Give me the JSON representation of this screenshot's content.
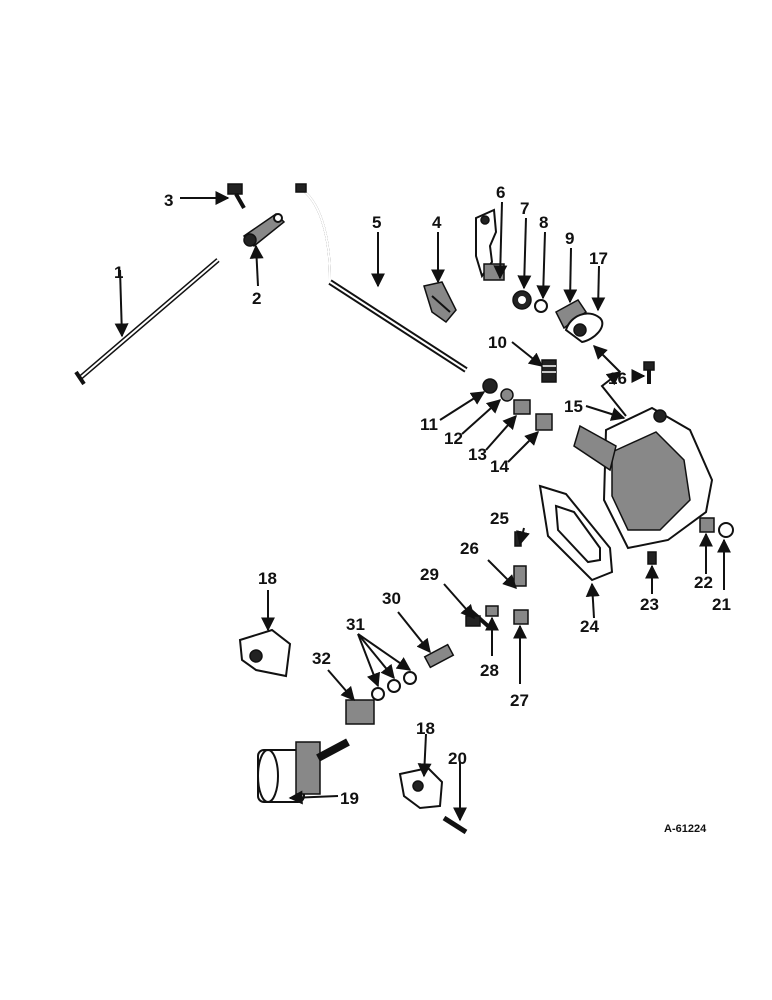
{
  "diagram": {
    "reference_code": "A-61224",
    "callouts": [
      "1",
      "2",
      "3",
      "4",
      "5",
      "6",
      "7",
      "8",
      "9",
      "10",
      "11",
      "12",
      "13",
      "14",
      "15",
      "16",
      "17",
      "18",
      "18",
      "19",
      "20",
      "21",
      "22",
      "23",
      "24",
      "25",
      "26",
      "27",
      "28",
      "29",
      "30",
      "31",
      "32"
    ]
  }
}
